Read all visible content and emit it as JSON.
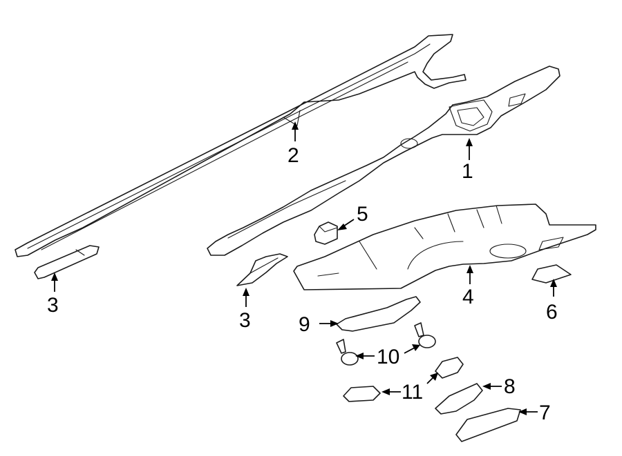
{
  "diagram": {
    "callouts": [
      {
        "id": "c1",
        "text": "1"
      },
      {
        "id": "c2",
        "text": "2"
      },
      {
        "id": "c3a",
        "text": "3"
      },
      {
        "id": "c3b",
        "text": "3"
      },
      {
        "id": "c4",
        "text": "4"
      },
      {
        "id": "c5",
        "text": "5"
      },
      {
        "id": "c6",
        "text": "6"
      },
      {
        "id": "c7",
        "text": "7"
      },
      {
        "id": "c8",
        "text": "8"
      },
      {
        "id": "c9",
        "text": "9"
      },
      {
        "id": "c10",
        "text": "10"
      },
      {
        "id": "c11",
        "text": "11"
      }
    ]
  }
}
